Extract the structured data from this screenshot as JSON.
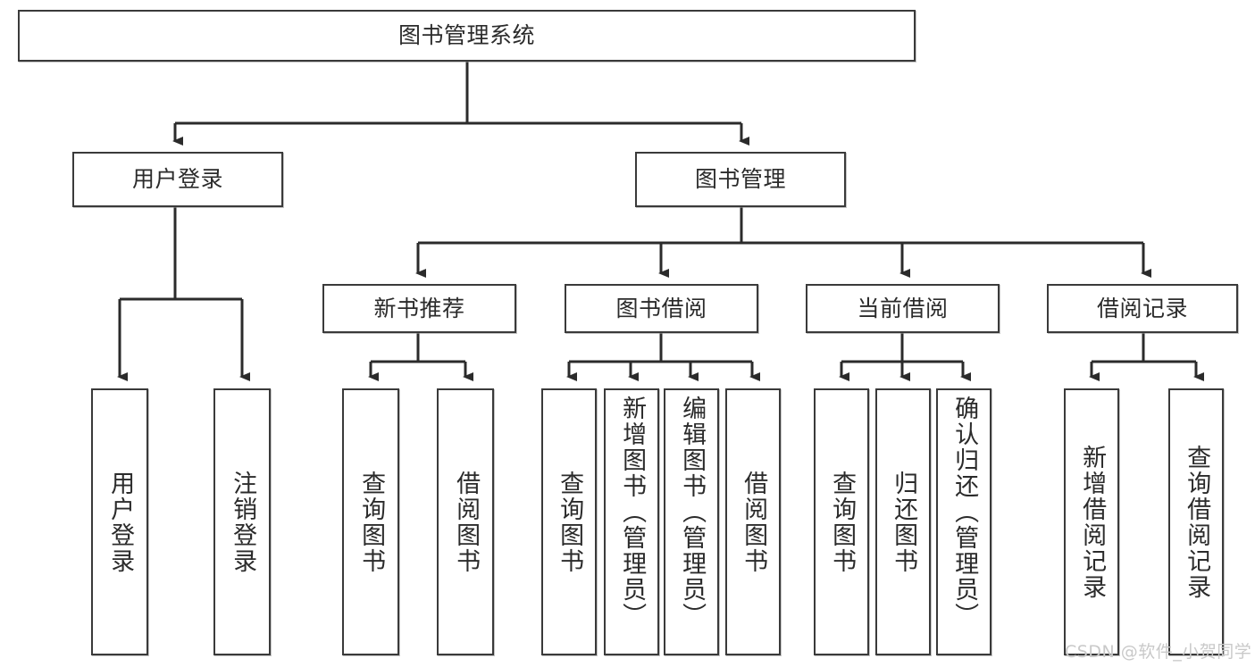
{
  "diagram": {
    "type": "hierarchy-tree",
    "title": "图书管理系统",
    "watermark": "CSDN @软件_小贺同学",
    "colors": {
      "box_border": "#3a3a3a",
      "box_fill": "#ffffff",
      "connector": "#2b2b2b",
      "watermark": "#c9c9c9",
      "background": "#ffffff"
    },
    "nodes": {
      "root": {
        "label": "图书管理系统",
        "level": 1
      },
      "level2": [
        {
          "id": "user-login",
          "label": "用户登录"
        },
        {
          "id": "book-management",
          "label": "图书管理"
        }
      ],
      "level3": [
        {
          "id": "new-book-recommend",
          "label": "新书推荐",
          "parent": "book-management"
        },
        {
          "id": "book-borrow",
          "label": "图书借阅",
          "parent": "book-management"
        },
        {
          "id": "current-borrow",
          "label": "当前借阅",
          "parent": "book-management"
        },
        {
          "id": "borrow-record",
          "label": "借阅记录",
          "parent": "book-management"
        }
      ],
      "leaves": [
        {
          "id": "leaf-user-login",
          "label": "用户登录",
          "parent": "user-login"
        },
        {
          "id": "leaf-logout",
          "label": "注销登录",
          "parent": "user-login"
        },
        {
          "id": "leaf-query-book-1",
          "label": "查询图书",
          "parent": "new-book-recommend"
        },
        {
          "id": "leaf-borrow-book-1",
          "label": "借阅图书",
          "parent": "new-book-recommend"
        },
        {
          "id": "leaf-query-book-2",
          "label": "查询图书",
          "parent": "book-borrow"
        },
        {
          "id": "leaf-add-book",
          "label": "新增图书（管理员）",
          "parent": "book-borrow"
        },
        {
          "id": "leaf-edit-book",
          "label": "编辑图书（管理员）",
          "parent": "book-borrow"
        },
        {
          "id": "leaf-borrow-book-2",
          "label": "借阅图书",
          "parent": "book-borrow"
        },
        {
          "id": "leaf-query-book-3",
          "label": "查询图书",
          "parent": "current-borrow"
        },
        {
          "id": "leaf-return-book",
          "label": "归还图书",
          "parent": "current-borrow"
        },
        {
          "id": "leaf-confirm-return",
          "label": "确认归还（管理员）",
          "parent": "current-borrow"
        },
        {
          "id": "leaf-add-record",
          "label": "新增借阅记录",
          "parent": "borrow-record"
        },
        {
          "id": "leaf-query-record",
          "label": "查询借阅记录",
          "parent": "borrow-record"
        }
      ]
    }
  }
}
